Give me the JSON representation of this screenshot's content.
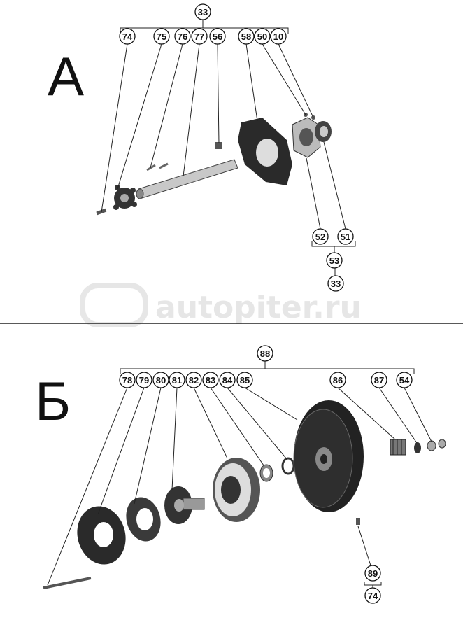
{
  "section_a": {
    "letter": "А",
    "assembly_label": "33",
    "top_callouts": [
      "74",
      "75",
      "76",
      "77",
      "56",
      "58",
      "50",
      "10"
    ],
    "lower_callouts": [
      "52",
      "51"
    ],
    "subassembly_label": "53",
    "subassembly_parent": "33"
  },
  "watermark": "autopiter.ru",
  "section_b": {
    "letter": "Б",
    "assembly_label": "88",
    "top_callouts": [
      "78",
      "79",
      "80",
      "81",
      "82",
      "83",
      "84",
      "85",
      "86",
      "87",
      "54"
    ],
    "lower_callouts": [
      "89"
    ],
    "lower_parent": "74"
  }
}
